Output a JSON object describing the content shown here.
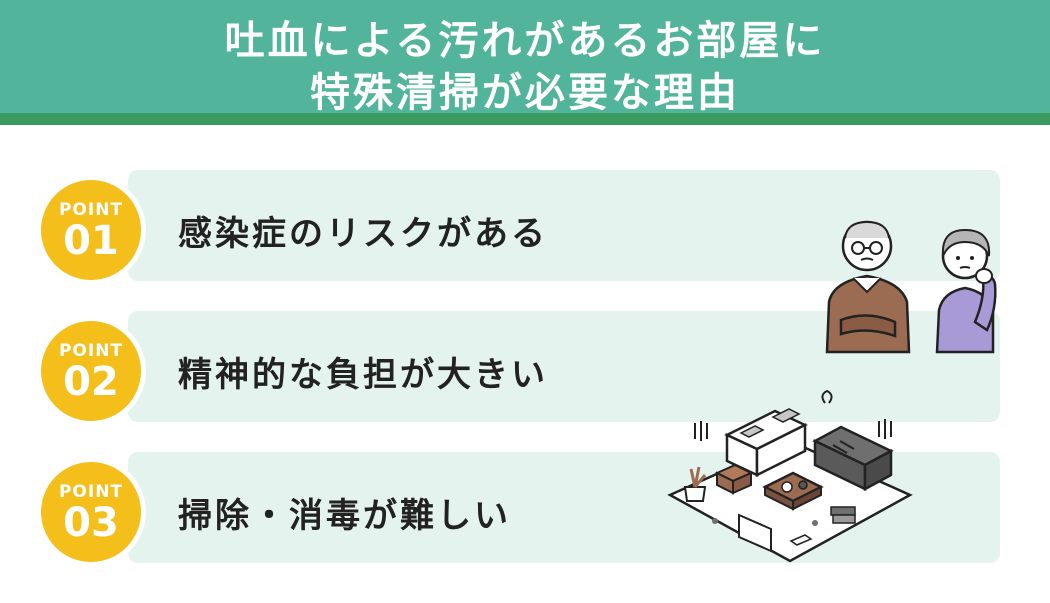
{
  "header": {
    "line1": "吐血による汚れがあるお部屋に",
    "line2": "特殊清掃が必要な理由"
  },
  "points": [
    {
      "prefix": "POINT",
      "number": "01",
      "text": "感染症のリスクがある"
    },
    {
      "prefix": "POINT",
      "number": "02",
      "text": "精神的な負担が大きい"
    },
    {
      "prefix": "POINT",
      "number": "03",
      "text": "掃除・消毒が難しい"
    }
  ],
  "colors": {
    "header": "#52b49a",
    "header_stripe": "#3a9a60",
    "card": "#e5f3ee",
    "badge": "#f4be1b",
    "sweater_man": "#9b6b52",
    "sweater_woman": "#a89ad6"
  }
}
